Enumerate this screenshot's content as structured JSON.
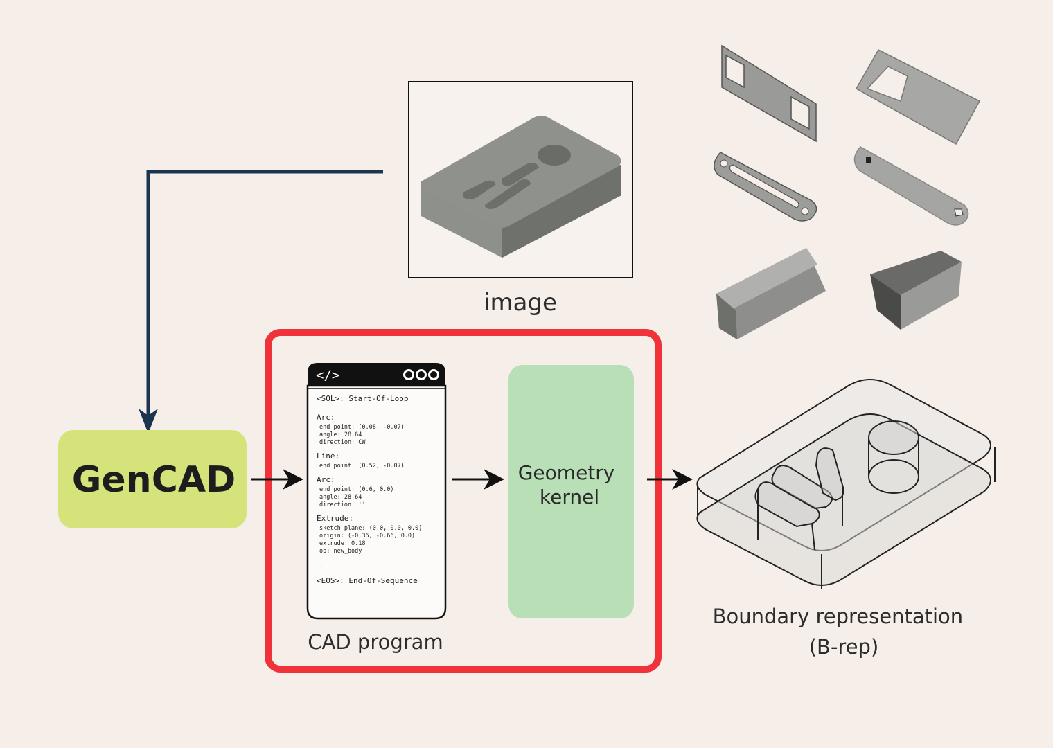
{
  "diagram": {
    "gencad_label": "GenCAD",
    "image_label": "image",
    "cad_program_label": "CAD program",
    "geometry_kernel_label": [
      "Geometry",
      "kernel"
    ],
    "brep_label": [
      "Boundary representation",
      "(B-rep)"
    ],
    "code_window": {
      "tag_icon": "</>",
      "lines": [
        "<SOL>: Start-Of-Loop",
        "",
        "Arc:",
        " end point: (0.08, -0.07)",
        " angle: 28.64",
        " direction: CW",
        "",
        "Line:",
        " end point: (0.52, -0.07)",
        "",
        "Arc:",
        " end point: (0.6, 0.0)",
        " angle: 28.64",
        " direction: ''",
        "",
        "Extrude:",
        " sketch plane: (0.0, 0.0, 0.0)",
        " origin: (-0.36, -0.66, 0.0)",
        " extrude: 0.18",
        " op: new_body",
        "•",
        "•",
        "•",
        "<EOS>: End-Of-Sequence"
      ]
    },
    "colors": {
      "background": "#f6eee8",
      "gencad_box": "#d6e27a",
      "kernel_box": "#b9dfb7",
      "highlight_border": "#f0333a",
      "feedback_arrow": "#1b3550"
    }
  }
}
